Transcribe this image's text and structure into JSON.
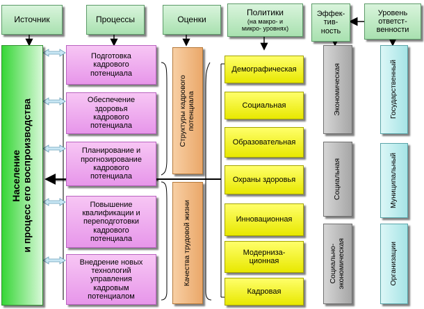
{
  "headers": {
    "source": "Источник",
    "processes": "Процессы",
    "assessments": "Оценки",
    "policies": "Политики",
    "policies_sub": "(на макро- и\nмикро- уровнях)",
    "effectiveness": "Эффек-\nтив-\nность",
    "responsibility": "Уровень\nответст-\nвенности"
  },
  "source_column": {
    "label": "Население\nи процесс его воспроизводства"
  },
  "processes": [
    "Подготовка\nкадрового\nпотенциала",
    "Обеспечение\nздоровья\nкадрового\nпотенциала",
    "Планирование и\nпрогнозирование\nкадрового\nпотенциала",
    "Повышение\nквалификации и\nпереподготовки\nкадрового\nпотенциала",
    "Внедрение новых\nтехнологий\nуправления\nкадровым\nпотенциалом"
  ],
  "assessments": [
    "Структуры кадрового\nпотенциала",
    "Качества трудовой жизни"
  ],
  "policies": [
    "Демографическая",
    "Социальная",
    "Образовательная",
    "Охраны здоровья",
    "Инновационная",
    "Модерниза-\nционная",
    "Кадровая"
  ],
  "effectiveness": [
    "Экономическая",
    "Социальная",
    "Социально-\nэкономическая"
  ],
  "responsibility": [
    "Государственный",
    "Муниципальный",
    "Организации"
  ],
  "colors": {
    "header": "#a9e1b0",
    "process": "#e796ea",
    "policy": "#ffff00",
    "assessment": "#eaa86a",
    "effectiveness": "#a6a6a6",
    "responsibility": "#a6e4e6",
    "source": "#36d636",
    "connector": "#c9e7f4"
  }
}
